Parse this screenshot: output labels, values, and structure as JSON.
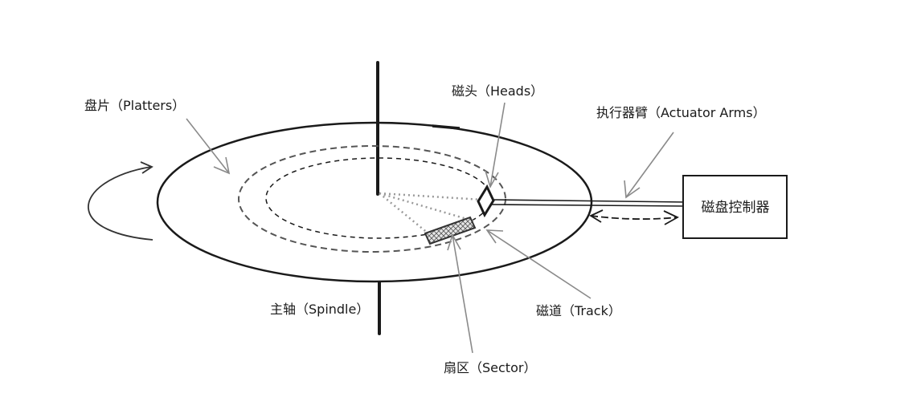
{
  "labels": {
    "platters": "盘片（Platters）",
    "heads": "磁头（Heads）",
    "actuator_arms": "执行器臂（Actuator Arms）",
    "controller": "磁盘控制器",
    "spindle": "主轴（Spindle）",
    "track": "磁道（Track）",
    "sector": "扇区（Sector）"
  },
  "colors": {
    "ink": "#1a1a1a",
    "pointer": "#8a8a8a",
    "track_dash": "#555555",
    "sector_fill": "#d9d9d9"
  }
}
